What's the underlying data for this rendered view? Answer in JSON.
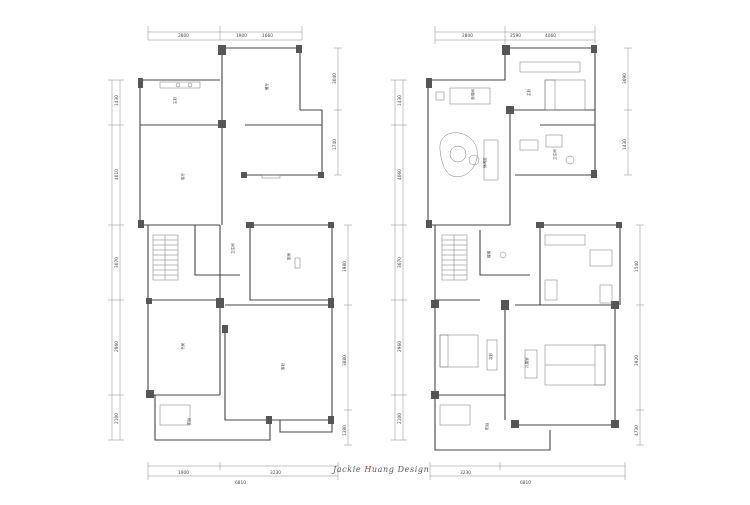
{
  "signature": {
    "prefix": "Jackie ",
    "accent": "H",
    "suffix": "uang Design"
  },
  "plan_left": {
    "top_dims": [
      "2800",
      "1900",
      "1660"
    ],
    "bottom_dims": [
      "1900",
      "3230",
      "6810"
    ],
    "left_dims": [
      "1430",
      "4010",
      "3070",
      "2960",
      "2100"
    ],
    "right_dims": [
      "3040",
      "1740",
      "1980",
      "3880",
      "1380"
    ],
    "room_labels": [
      "主卧",
      "客厅",
      "餐厅",
      "卫生间",
      "厨房",
      "书房",
      "客卧",
      "阳台"
    ]
  },
  "plan_right": {
    "top_dims": [
      "2800",
      "2590",
      "4060"
    ],
    "bottom_dims": [
      "3230",
      "6810"
    ],
    "left_dims": [
      "1430",
      "4060",
      "3070",
      "2960",
      "2100"
    ],
    "right_dims": [
      "3690",
      "1430",
      "1540",
      "3920",
      "4730"
    ],
    "room_labels": [
      "衣帽间",
      "主卧",
      "卫生间",
      "休闲区",
      "楼梯",
      "次卧",
      "儿童房",
      "阳台"
    ]
  },
  "colors": {
    "wall": "#555555",
    "wall_dark": "#333333",
    "line": "#888888",
    "accent": "#c0392b"
  }
}
